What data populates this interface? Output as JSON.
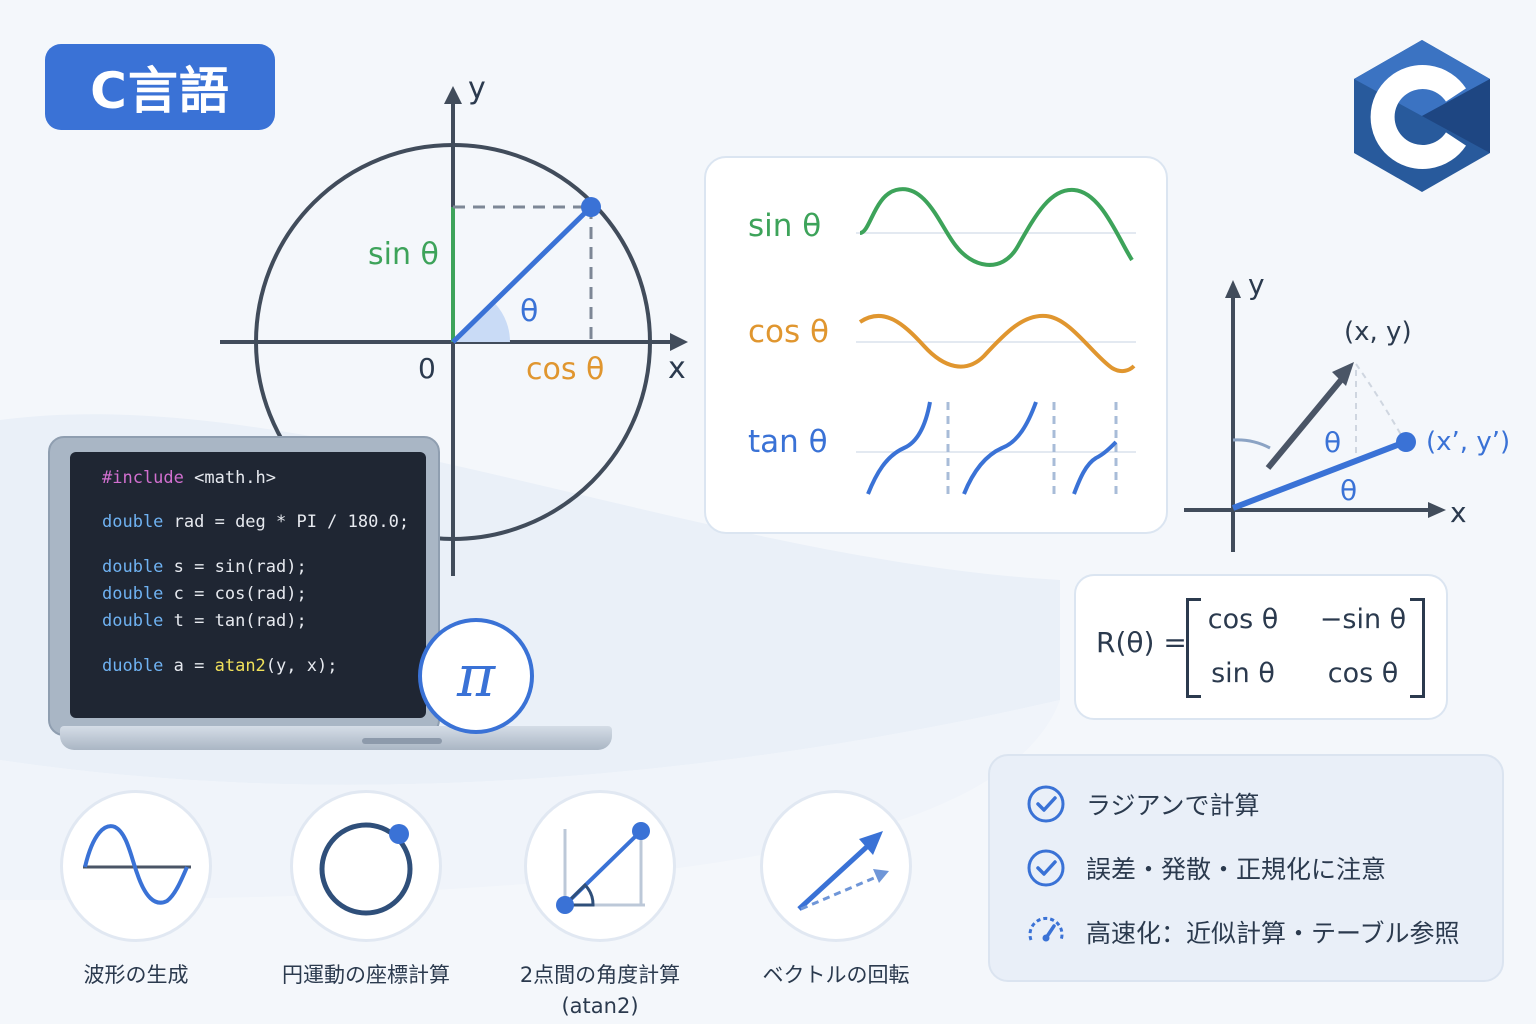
{
  "badge": "C言語",
  "unit_circle": {
    "y_axis": "y",
    "x_axis": "x",
    "origin": "0",
    "sin": "sin θ",
    "cos": "cos θ",
    "theta": "θ"
  },
  "waves": [
    {
      "label": "sin θ",
      "color": "#3da35a"
    },
    {
      "label": "cos θ",
      "color": "#e0962f"
    },
    {
      "label": "tan θ",
      "color": "#3a72d6"
    }
  ],
  "rotation": {
    "y_axis": "y",
    "x_axis": "x",
    "original_point": "(x, y)",
    "rotated_point": "(x’, y’)",
    "theta_upper": "θ",
    "theta_lower": "θ"
  },
  "matrix": {
    "lhs": "R(θ) =",
    "cells": [
      "cos θ",
      "−sin θ",
      "sin θ",
      "cos θ"
    ]
  },
  "code": {
    "include_kw": "#include",
    "include_rest": " <math.h>",
    "lines": [
      {
        "kw": "double",
        "rest": " rad = deg * PI / 180.0;"
      },
      {
        "kw": "double",
        "rest": " s = sin(rad);"
      },
      {
        "kw": "double",
        "rest": " c = cos(rad);"
      },
      {
        "kw": "double",
        "rest": " t = tan(rad);"
      }
    ],
    "last_kw": "duoble",
    "last_mid": " a = ",
    "last_fn": "atan2",
    "last_rest": "(y, x);"
  },
  "pi_symbol": "π",
  "features": [
    {
      "label": "波形の生成",
      "icon": "sine-wave-icon"
    },
    {
      "label": "円運動の座標計算",
      "icon": "circle-motion-icon"
    },
    {
      "label": "2点間の角度計算",
      "sub": "(atan2)",
      "icon": "angle-icon"
    },
    {
      "label": "ベクトルの回転",
      "icon": "vector-rotate-icon"
    }
  ],
  "notes": [
    {
      "text": "ラジアンで計算",
      "icon": "check-circle-icon"
    },
    {
      "text": "誤差・発散・正規化に注意",
      "icon": "check-circle-icon"
    },
    {
      "text": "高速化：近似計算・テーブル参照",
      "icon": "speedometer-icon"
    }
  ],
  "colors": {
    "accent": "#3a72d6",
    "sin": "#3da35a",
    "cos": "#e0962f",
    "axis": "#404b5a"
  }
}
